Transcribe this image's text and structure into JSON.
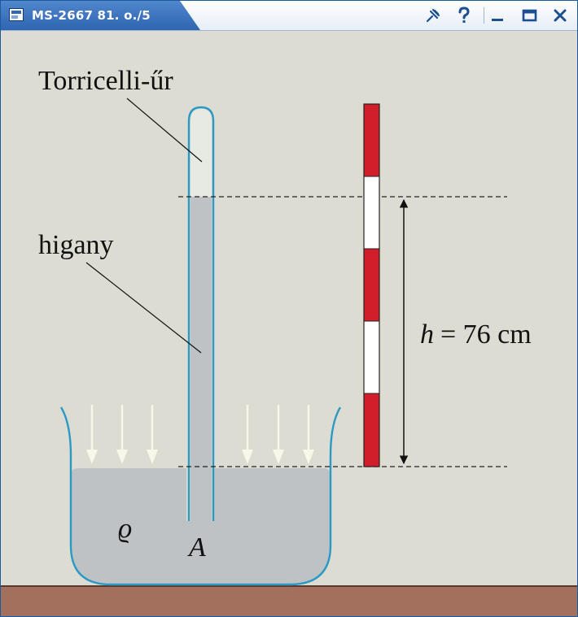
{
  "window": {
    "title": "MS-2667 81. o./5",
    "buttons": {
      "pin": "pin-icon",
      "help": "help-icon",
      "minimize": "minimize-icon",
      "maximize": "maximize-icon",
      "close": "close-icon"
    },
    "colors": {
      "title_bar": "#2f65b1",
      "background": "#dcdcd2",
      "button_icon": "#1b4f91"
    }
  },
  "diagram": {
    "labels": {
      "vacuum": "Torricelli-űr",
      "mercury": "higany",
      "density_symbol": "ϱ",
      "point": "A",
      "height_var": "h",
      "height_value": "= 76 cm"
    },
    "colors": {
      "mercury": "#bfc2c4",
      "vacuum": "#e6eae2",
      "glass": "#2a9ac4",
      "ruler_red": "#d21e2a",
      "ruler_white": "#ffffff",
      "floor": "#a3705d",
      "arrow_fill": "#f7f7ea"
    }
  }
}
